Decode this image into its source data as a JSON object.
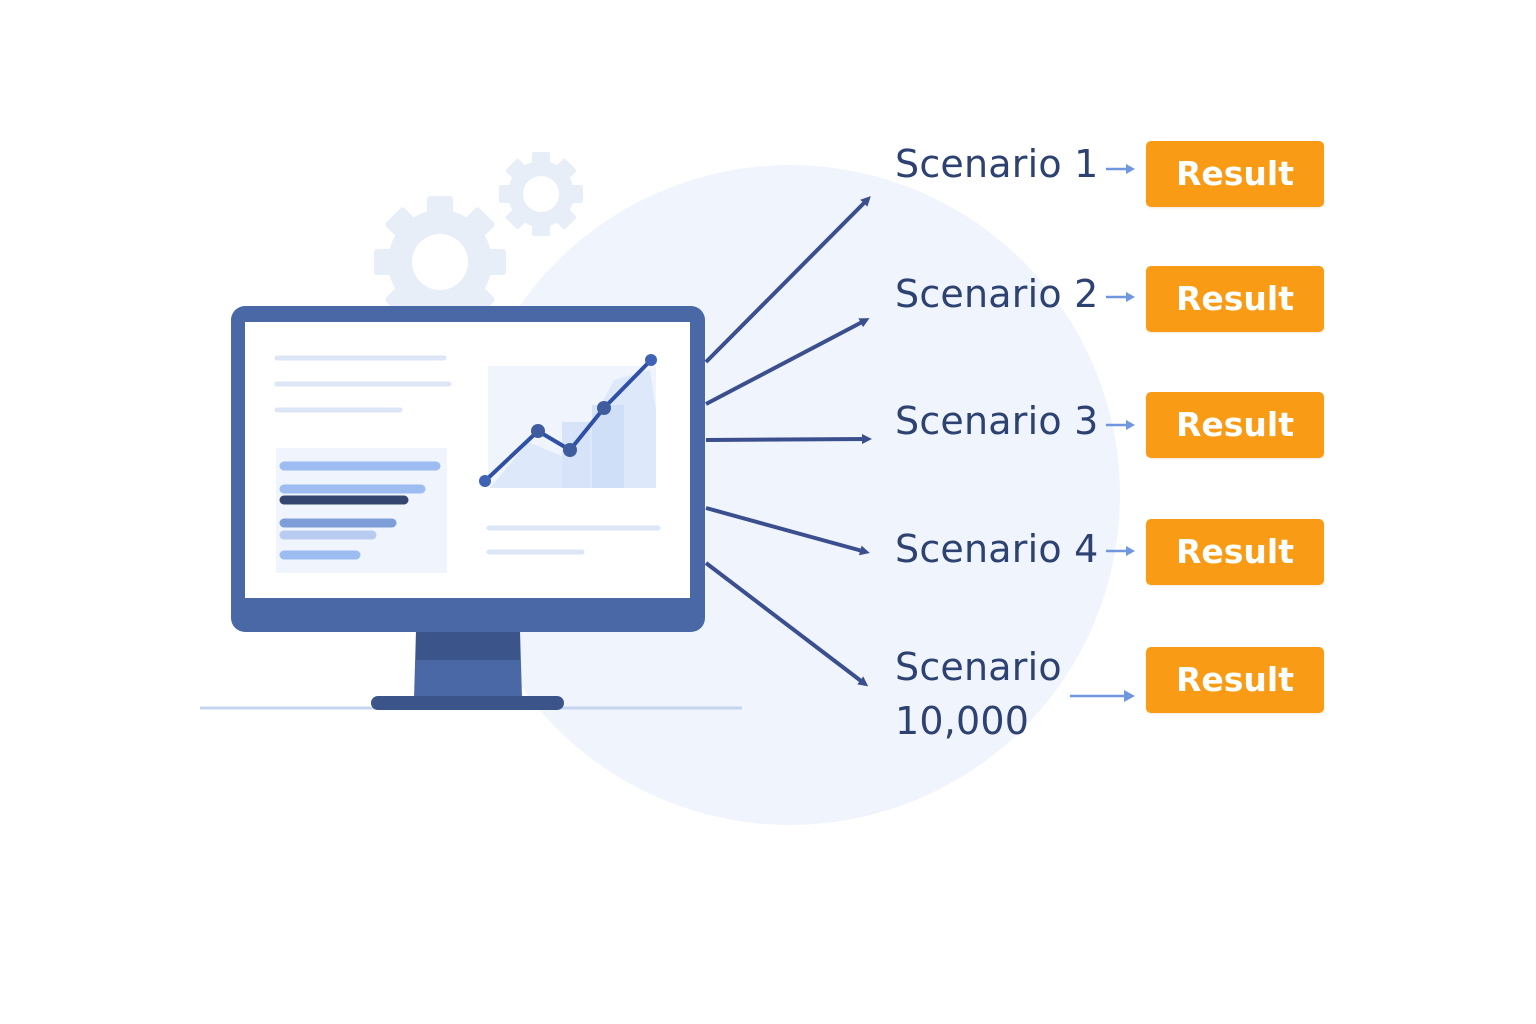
{
  "colors": {
    "monitor": "#4a68a6",
    "monitor_dark": "#3b5489",
    "arrow": "#3b4f8f",
    "small_arrow": "#6f97e0",
    "result_box": "#f99b14",
    "background_circle": "#eff4fd",
    "gear": "#e8eef8",
    "label_text": "#2e4272"
  },
  "icons": [
    "gear-icon",
    "gear-icon",
    "monitor-icon",
    "line-chart-icon",
    "bar-list-icon"
  ],
  "scenarios": [
    {
      "label": "Scenario 1",
      "result": "Result"
    },
    {
      "label": "Scenario 2",
      "result": "Result"
    },
    {
      "label": "Scenario 3",
      "result": "Result"
    },
    {
      "label": "Scenario 4",
      "result": "Result"
    },
    {
      "label": "Scenario 10,000",
      "result": "Result"
    }
  ]
}
